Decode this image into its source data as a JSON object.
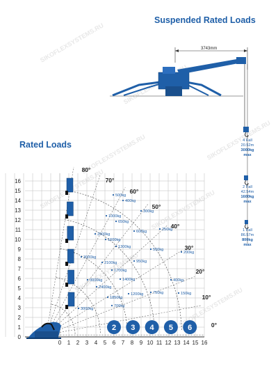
{
  "suspended_title": "Suspended Rated Loads",
  "rated_title": "Rated Loads",
  "dimension_label": "3743mm",
  "watermark": "SIKOFLEXSYSTEMS.RU",
  "falls": [
    {
      "line1": "4 Fall",
      "line2": "20.52m",
      "line3": "3000kg",
      "line4": "max"
    },
    {
      "line1": "2 Fall",
      "line2": "42.54m",
      "line3": "1600kg",
      "line4": "max"
    },
    {
      "line1": "1 Fall",
      "line2": "86.57m",
      "line3": "800kg",
      "line4": "max"
    }
  ],
  "x_ticks": [
    "0",
    "1",
    "2",
    "3",
    "4",
    "5",
    "6",
    "7",
    "8",
    "9",
    "10",
    "11",
    "12",
    "13",
    "14",
    "15",
    "16"
  ],
  "y_ticks": [
    "0",
    "1",
    "2",
    "3",
    "4",
    "5",
    "6",
    "7",
    "8",
    "9",
    "10",
    "11",
    "12",
    "13",
    "14",
    "15",
    "16"
  ],
  "angles": [
    "80°",
    "70°",
    "60°",
    "50°",
    "40°",
    "30°",
    "20°",
    "10°",
    "0°"
  ],
  "boom_sections": [
    "2",
    "3",
    "4",
    "5",
    "6"
  ],
  "loads": [
    "500kg",
    "400kg",
    "1000kg",
    "650kg",
    "300kg",
    "600kg",
    "2000kg",
    "1600kg",
    "250kg",
    "1300kg",
    "500kg",
    "200kg",
    "3000kg",
    "2100kg",
    "950kg",
    "1700kg",
    "400kg",
    "3000kg",
    "1400kg",
    "2400kg",
    "1200kg",
    "750kg",
    "150kg",
    "1850kg",
    "700kg",
    "3000kg"
  ]
}
